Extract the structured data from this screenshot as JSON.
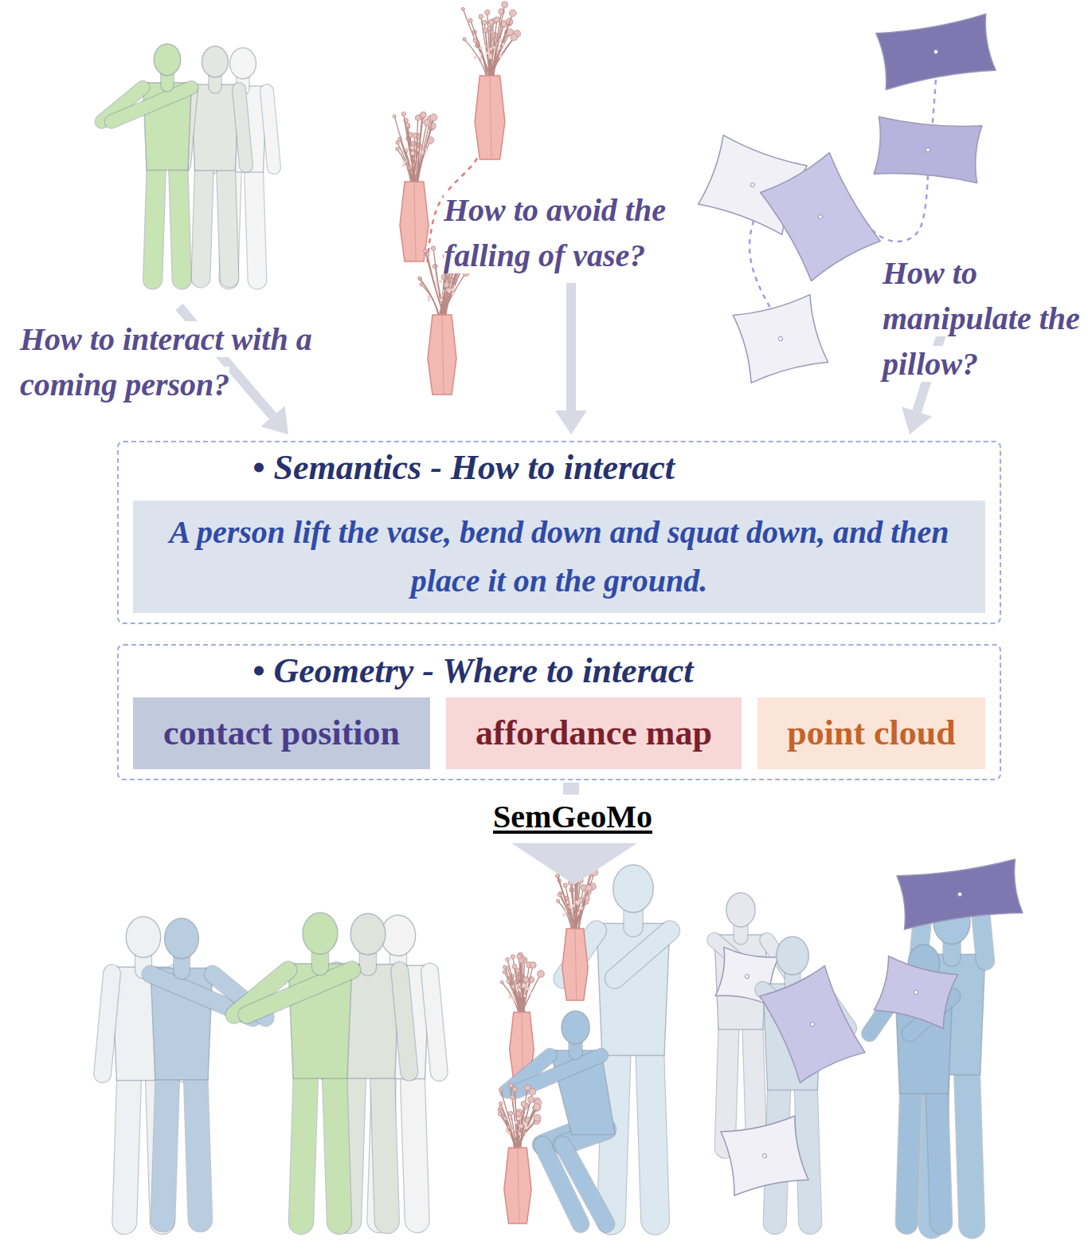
{
  "diagram": {
    "nodes": [
      {
        "text": [
          "• Semantics - How to interact"
        ]
      },
      {
        "text": [
          "A person lift the vase, bend down and squat down, and then place it on the ground."
        ],
        "in": 0
      },
      {
        "text": [
          "• Geometry - Where to interact"
        ]
      },
      {
        "text": [
          "contact position"
        ],
        "in": 2
      },
      {
        "text": [
          "affordance map"
        ],
        "in": 2
      },
      {
        "text": [
          "point cloud"
        ],
        "in": 2
      }
    ],
    "labels": [
      "How to interact with a coming person?",
      "How to avoid the falling of vase?",
      "How to manipulate the pillow?",
      "SemGeoMo"
    ]
  }
}
